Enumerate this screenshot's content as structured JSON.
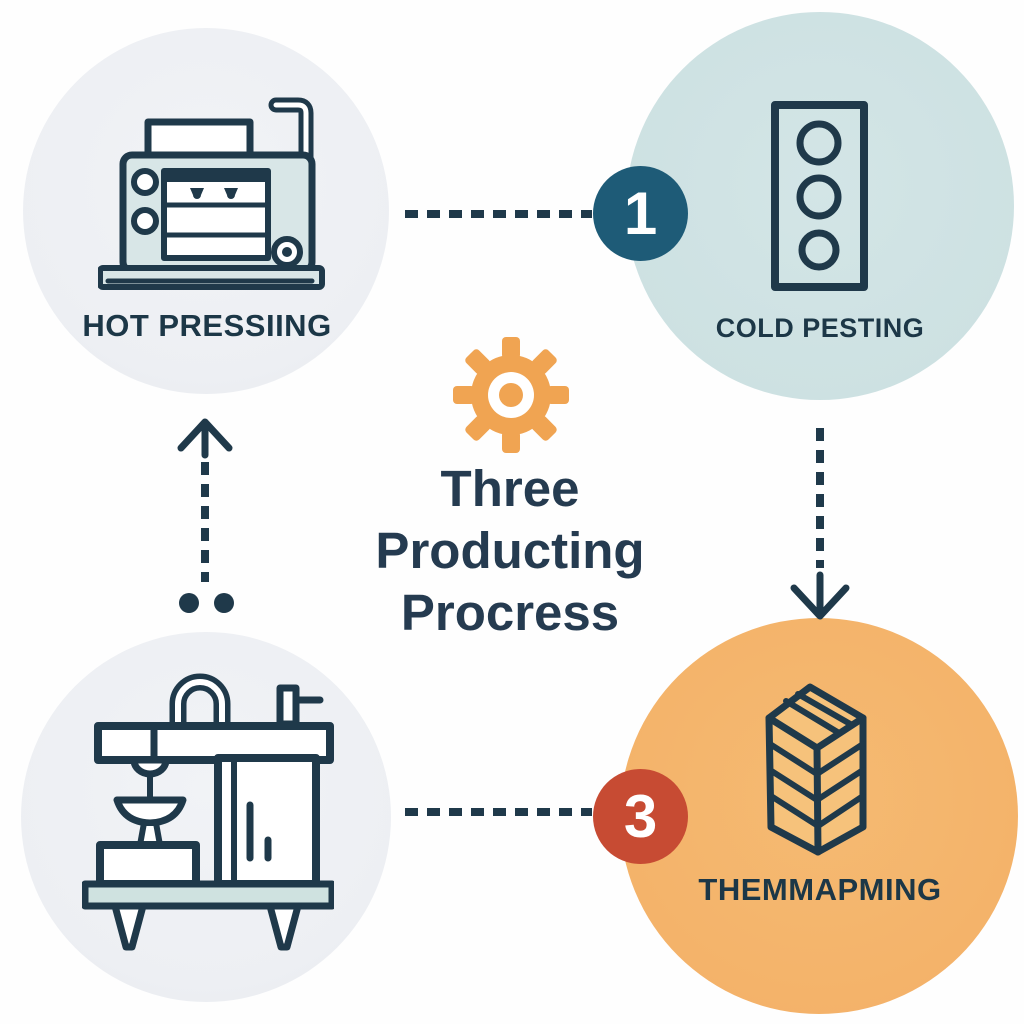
{
  "title": {
    "lines": [
      "Three",
      "Producting",
      "Procress"
    ],
    "icon": "gear-icon"
  },
  "steps": {
    "hot_pressing": {
      "label": "HOT PRESSIING",
      "icon": "hot-press-machine-icon"
    },
    "cold_pesting": {
      "label": "COLD PESTING",
      "icon": "cold-press-panel-icon",
      "badge": "1"
    },
    "thermoforming": {
      "label": "THEMMAPMING",
      "icon": "stacked-layers-icon",
      "badge": "3"
    },
    "forming_station": {
      "icon": "press-station-machine-icon"
    }
  },
  "connectors": {
    "top": "dashed-line-to-badge-1",
    "right": "dashed-arrow-down",
    "bottom": "dashed-line-to-badge-3",
    "left": "dashed-arrow-up-with-dots"
  },
  "colors": {
    "navy": "#1f394a",
    "title-navy": "#253b50",
    "label-navy": "#1c3747",
    "badge-teal": "#1e5b77",
    "badge-red": "#c74b33",
    "gear-orange": "#f0a452",
    "circle-gray": "#edeff3",
    "circle-blue": "#cde1e2",
    "circle-orange": "#f4b269",
    "machine-fill": "#d8e6e7",
    "base-teal": "#cfe2e0",
    "stack-fill": "#f6c27b"
  }
}
